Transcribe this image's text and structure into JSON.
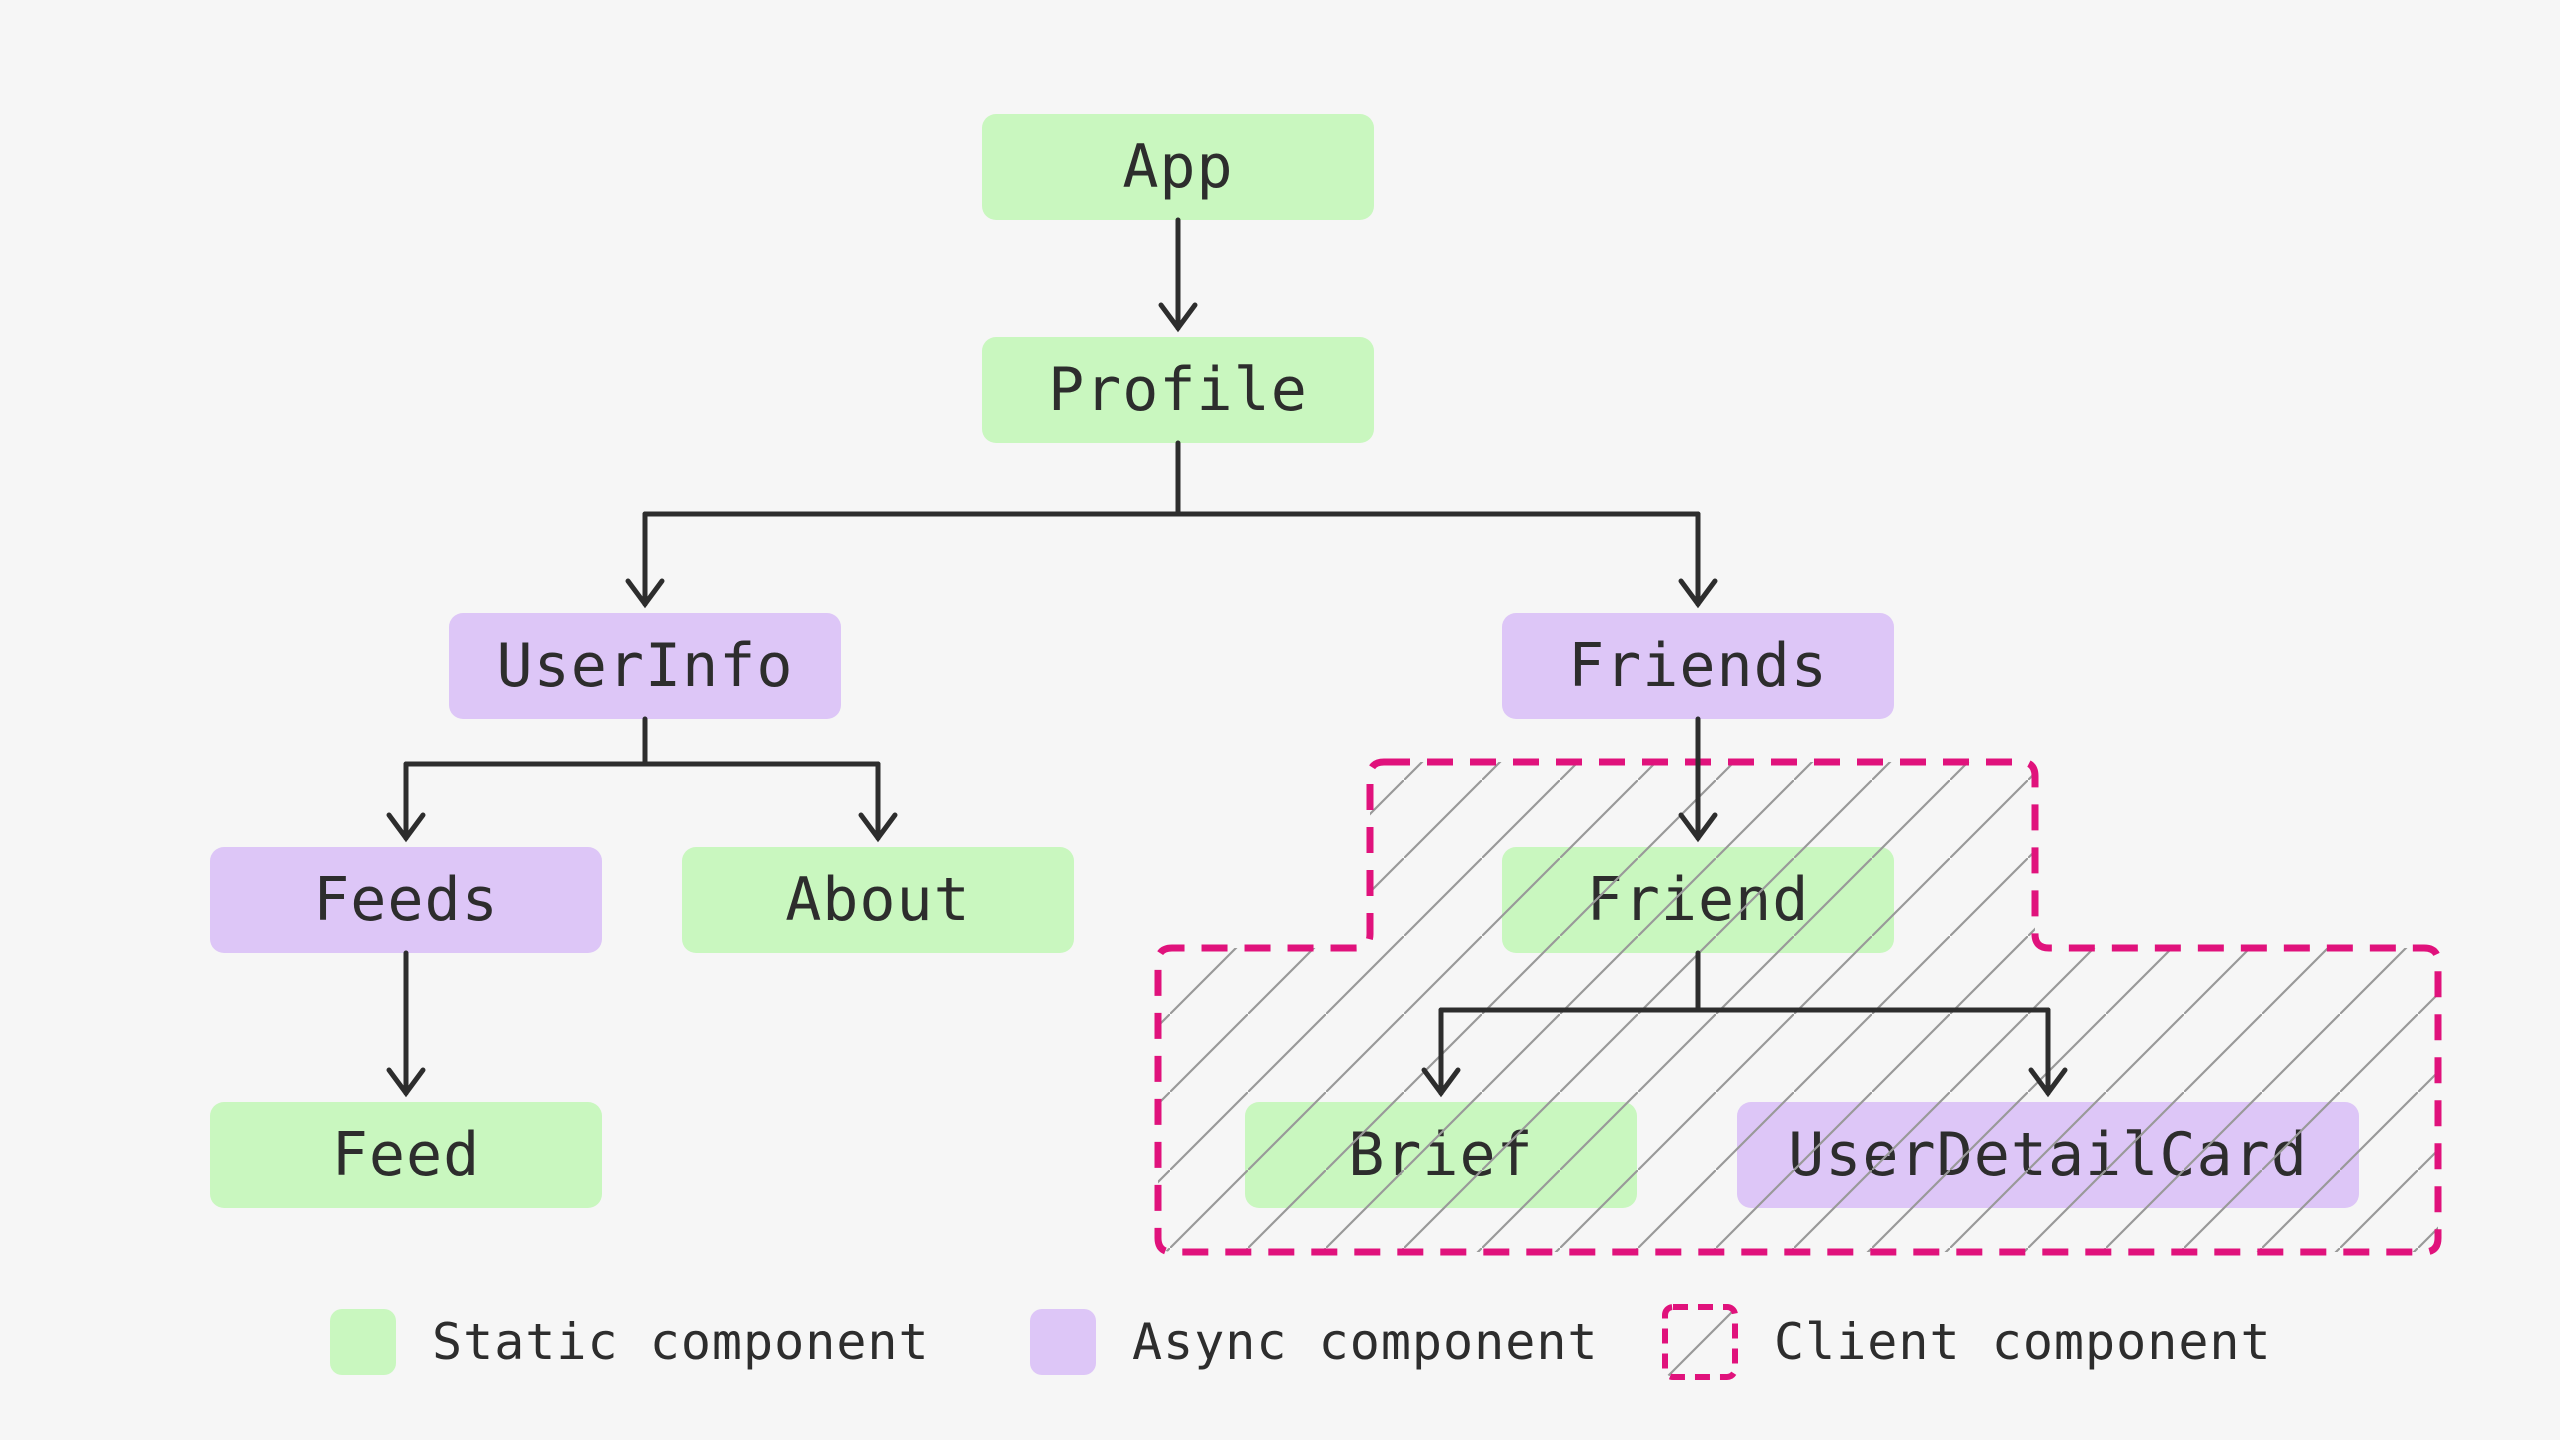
{
  "canvas": {
    "background": "#f6f6f6"
  },
  "colors": {
    "static_fill": "#c9f7bf",
    "async_fill": "#ddc6f7",
    "client_border": "#e0127c",
    "hatch_line": "#999999",
    "text": "#2d2d2d",
    "arrow": "#2d2d2d"
  },
  "tree": {
    "nodes": [
      {
        "id": "app",
        "label": "App",
        "type": "static"
      },
      {
        "id": "profile",
        "label": "Profile",
        "type": "static"
      },
      {
        "id": "userinfo",
        "label": "UserInfo",
        "type": "async"
      },
      {
        "id": "friends",
        "label": "Friends",
        "type": "async"
      },
      {
        "id": "feeds",
        "label": "Feeds",
        "type": "async"
      },
      {
        "id": "about",
        "label": "About",
        "type": "static"
      },
      {
        "id": "friend",
        "label": "Friend",
        "type": "static"
      },
      {
        "id": "feed",
        "label": "Feed",
        "type": "static"
      },
      {
        "id": "brief",
        "label": "Brief",
        "type": "static"
      },
      {
        "id": "userdetailcard",
        "label": "UserDetailCard",
        "type": "async"
      }
    ],
    "edges": [
      {
        "from": "app",
        "to": [
          "profile"
        ]
      },
      {
        "from": "profile",
        "to": [
          "userinfo",
          "friends"
        ]
      },
      {
        "from": "userinfo",
        "to": [
          "feeds",
          "about"
        ]
      },
      {
        "from": "friends",
        "to": [
          "friend"
        ]
      },
      {
        "from": "feeds",
        "to": [
          "feed"
        ]
      },
      {
        "from": "friend",
        "to": [
          "brief",
          "userdetailcard"
        ]
      }
    ]
  },
  "client_region": {
    "contains": [
      "friend",
      "brief",
      "userdetailcard"
    ]
  },
  "legend": {
    "items": [
      {
        "id": "static",
        "label": "Static component"
      },
      {
        "id": "async",
        "label": "Async component"
      },
      {
        "id": "client",
        "label": "Client component"
      }
    ]
  }
}
